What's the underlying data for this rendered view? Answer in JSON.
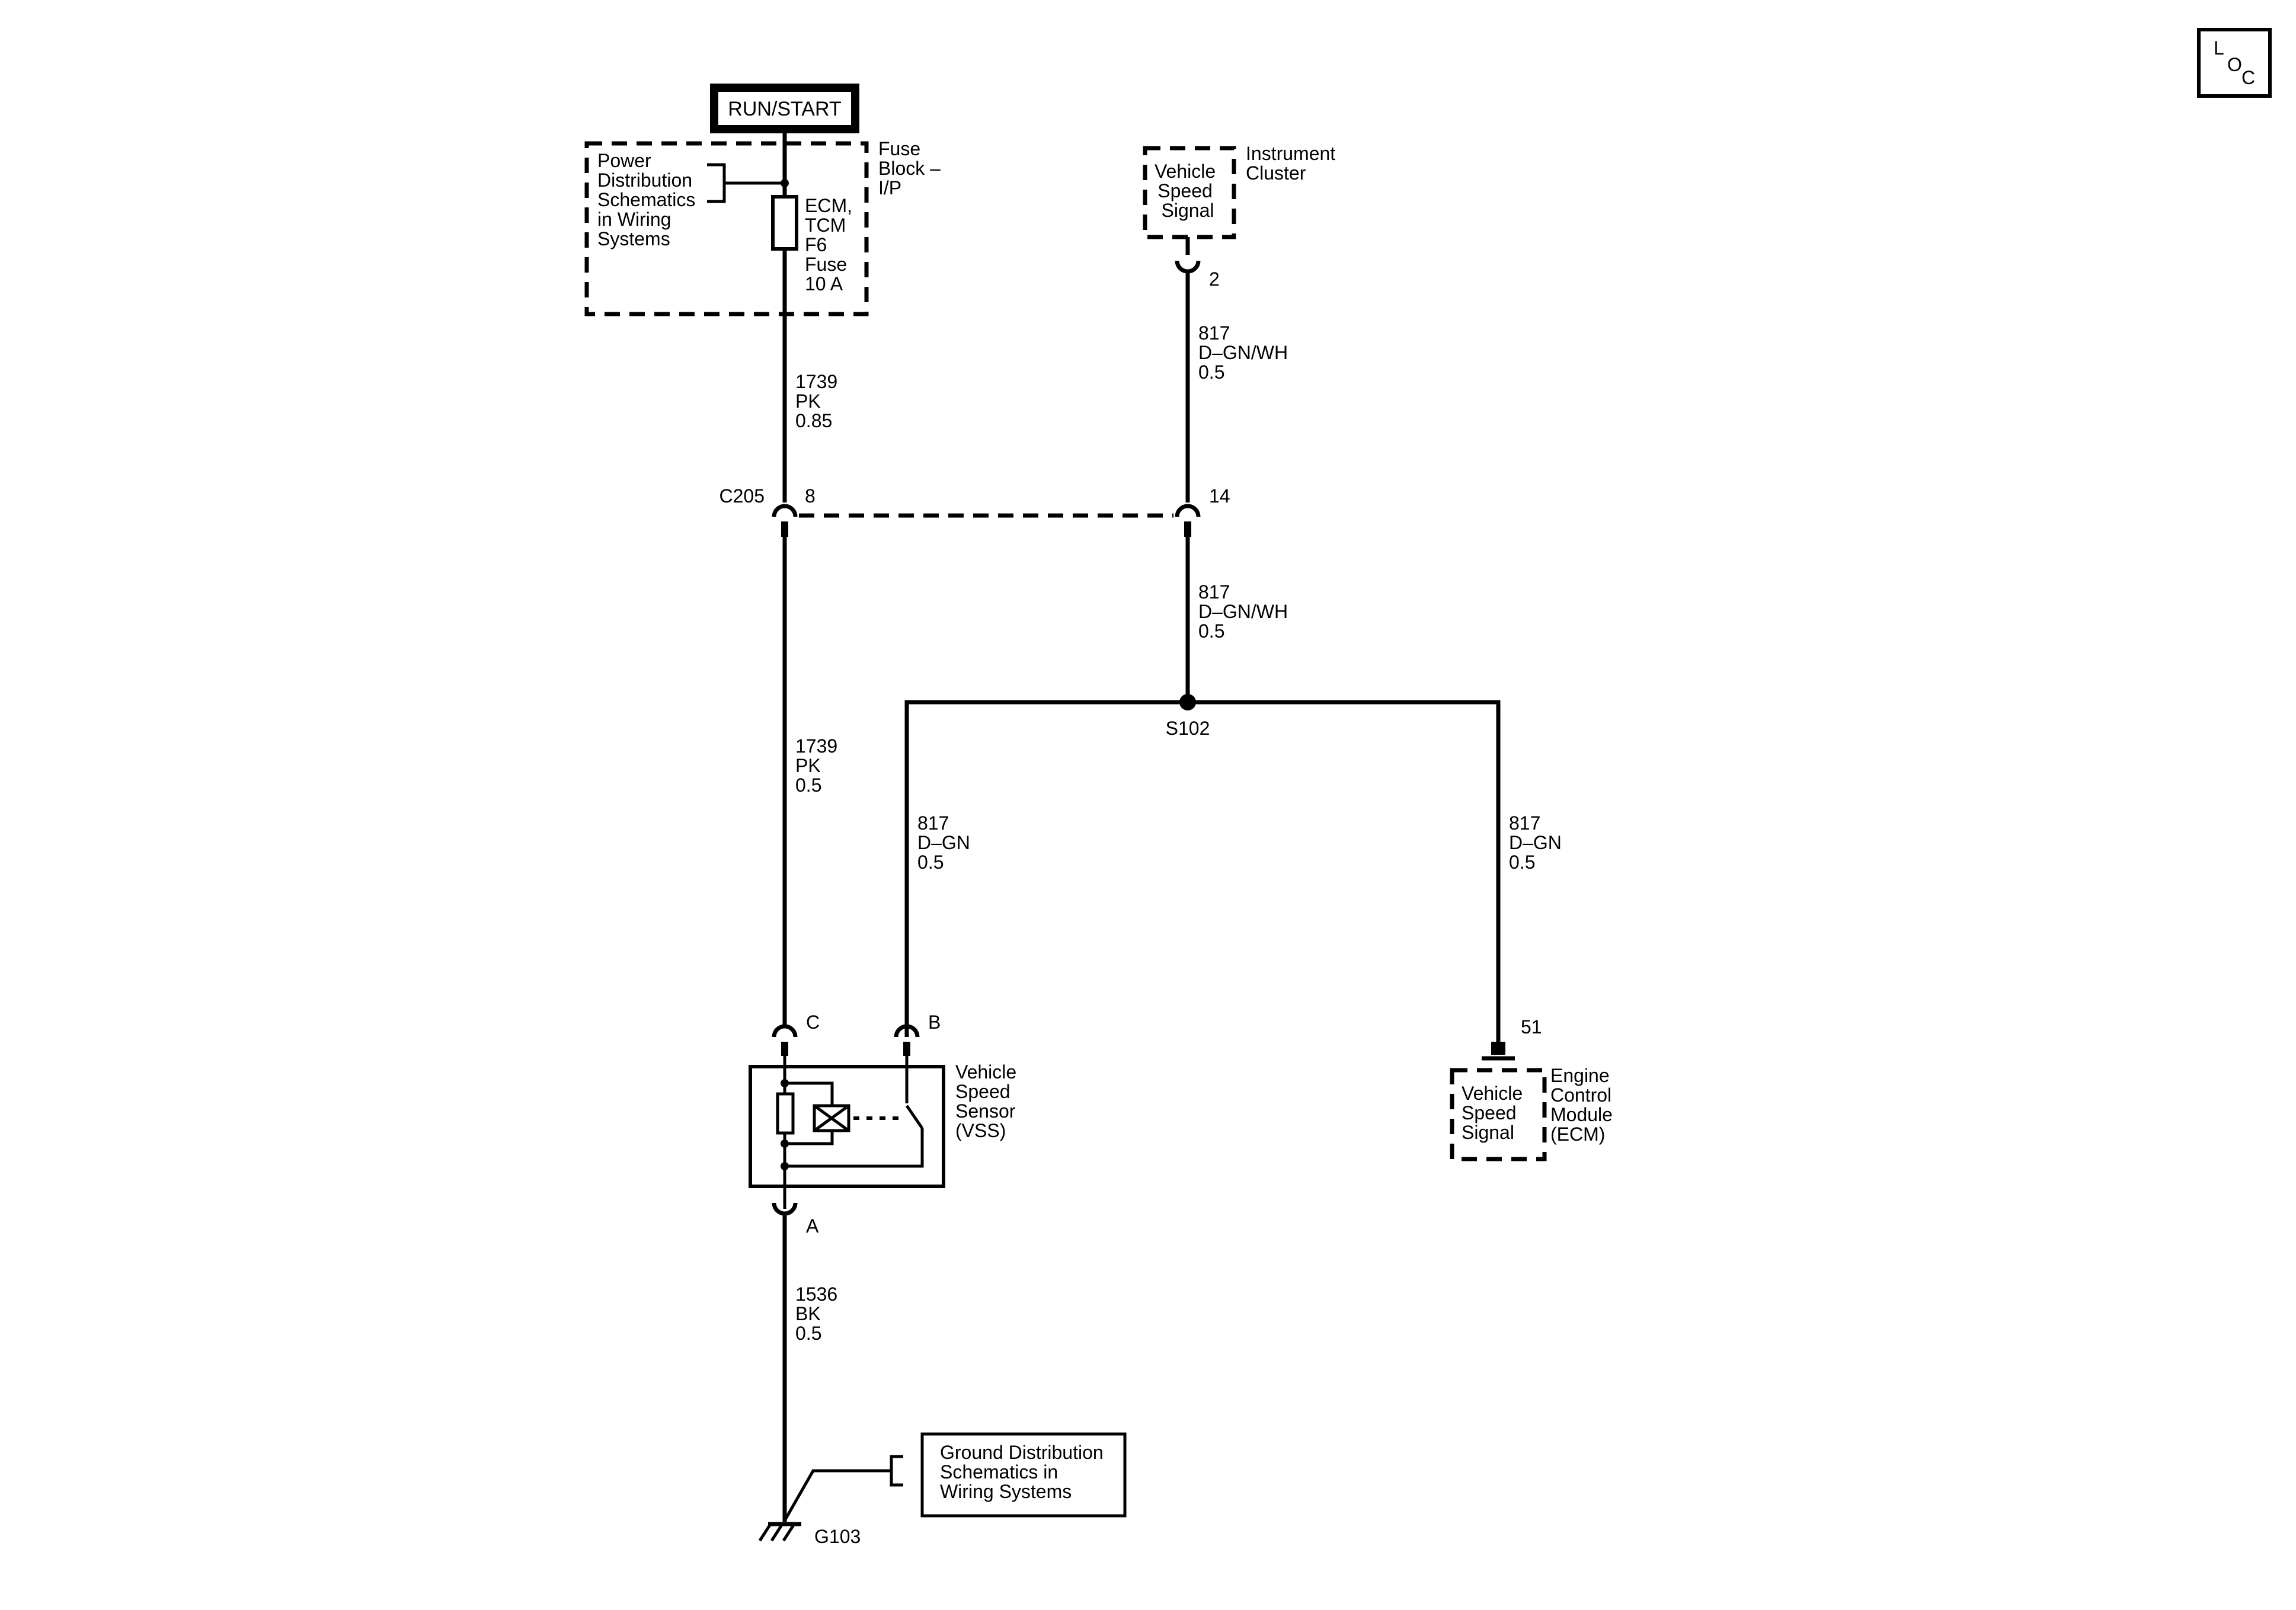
{
  "loc_box": {
    "l": "L",
    "o": "O",
    "c": "C"
  },
  "power_source": "RUN/START",
  "fuse_block": {
    "name_lines": [
      "Fuse",
      "Block –",
      "I/P"
    ],
    "ref_lines": [
      "Power",
      "Distribution",
      "Schematics",
      "in Wiring",
      "Systems"
    ],
    "fuse_lines": [
      "ECM,",
      "TCM",
      "F6",
      "Fuse",
      "10 A"
    ]
  },
  "instrument_cluster": {
    "name_lines": [
      "Instrument",
      "Cluster"
    ],
    "signal_lines": [
      "Vehicle",
      "Speed",
      "Signal"
    ],
    "pin": "2"
  },
  "wires": {
    "w1739_top": [
      "1739",
      "PK",
      "0.85"
    ],
    "w817_top": [
      "817",
      "D–GN/WH",
      "0.5"
    ],
    "w817_mid": [
      "817",
      "D–GN/WH",
      "0.5"
    ],
    "w1739_mid": [
      "1739",
      "PK",
      "0.5"
    ],
    "w817_left": [
      "817",
      "D–GN",
      "0.5"
    ],
    "w817_right": [
      "817",
      "D–GN",
      "0.5"
    ],
    "w1536": [
      "1536",
      "BK",
      "0.5"
    ]
  },
  "connector_c205": {
    "name": "C205",
    "pin_left": "8",
    "pin_right": "14"
  },
  "splice": "S102",
  "vss": {
    "name_lines": [
      "Vehicle",
      "Speed",
      "Sensor",
      "(VSS)"
    ],
    "pin_c": "C",
    "pin_b": "B",
    "pin_a": "A"
  },
  "ecm": {
    "pin": "51",
    "signal_lines": [
      "Vehicle",
      "Speed",
      "Signal"
    ],
    "name_lines": [
      "Engine",
      "Control",
      "Module",
      "(ECM)"
    ]
  },
  "ground": {
    "ref_lines": [
      "Ground Distribution",
      "Schematics in",
      "Wiring Systems"
    ],
    "name": "G103"
  }
}
